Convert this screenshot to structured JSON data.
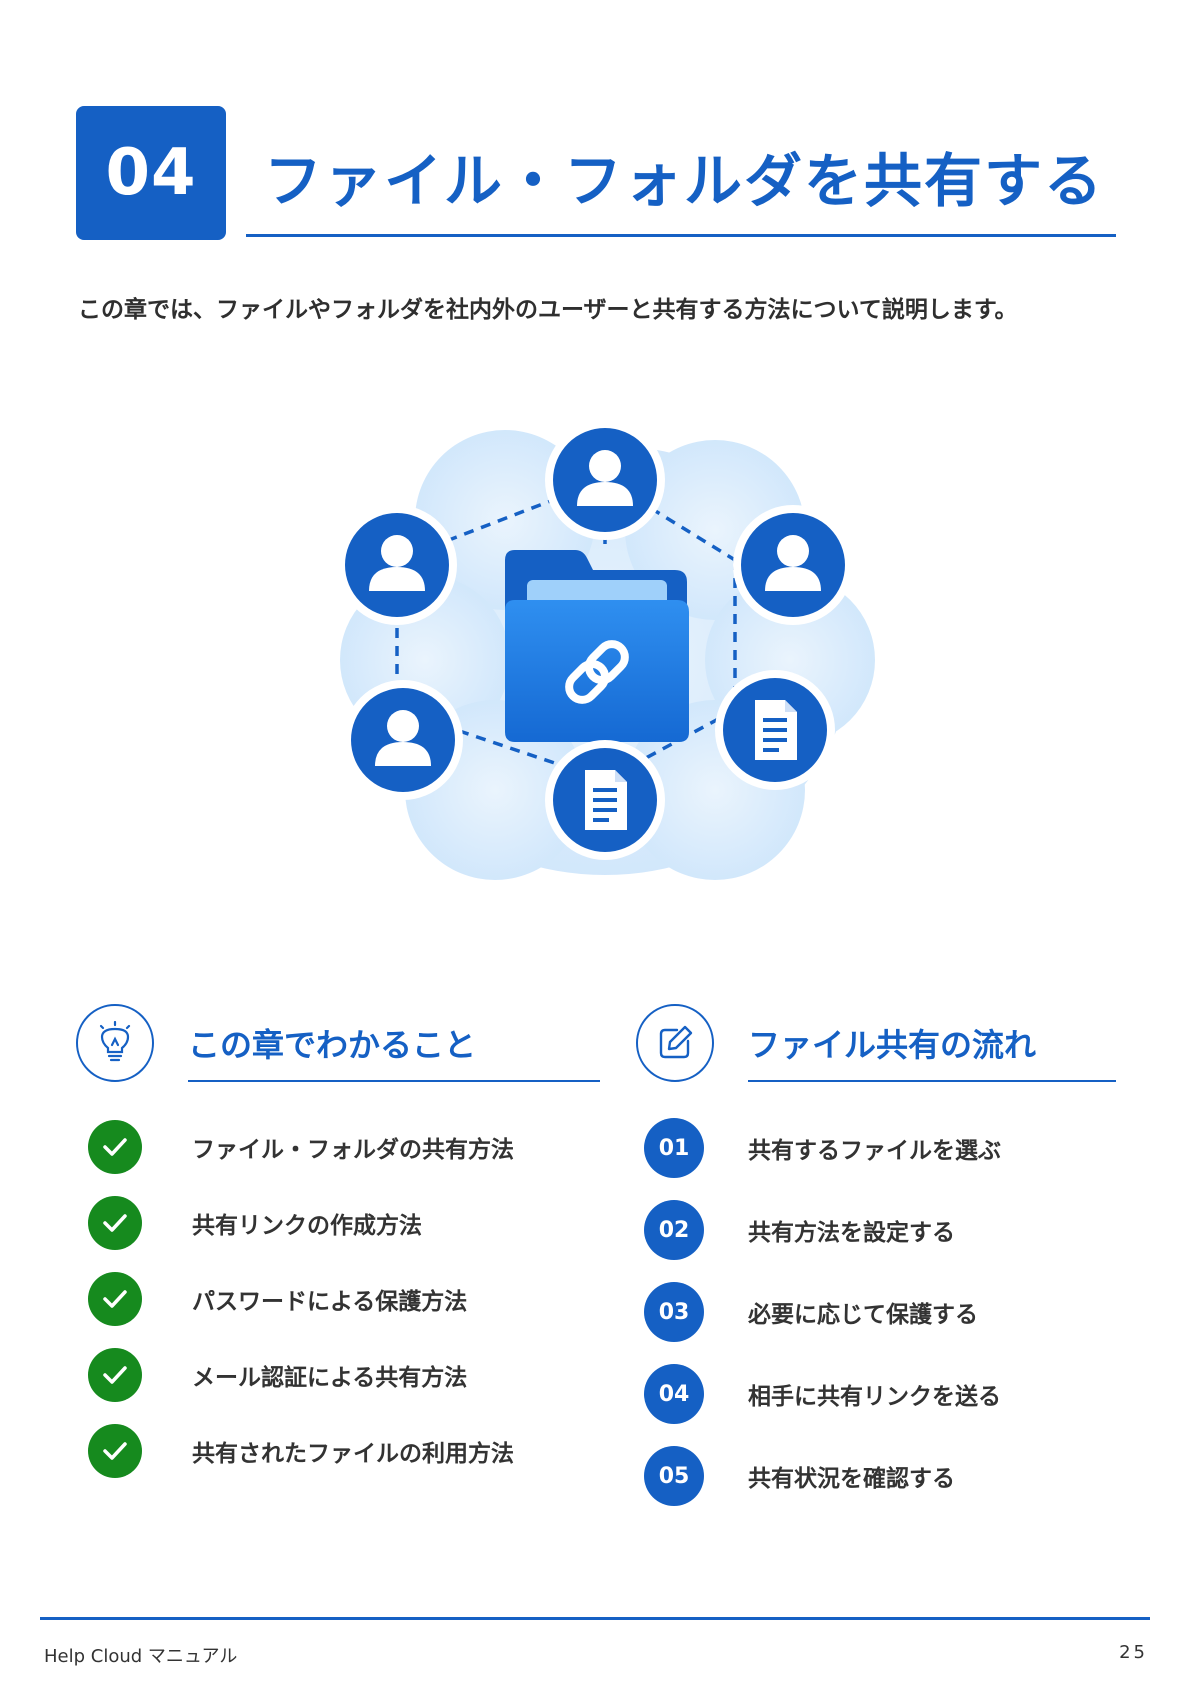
{
  "chapter": {
    "number": "04",
    "title": "ファイル・フォルダを共有する",
    "intro": "この章では、ファイルやフォルダを社内外のユーザーと共有する方法について説明します。"
  },
  "colors": {
    "primary": "#1560c4",
    "check": "#168a1e",
    "cloud": "#cfe6fb"
  },
  "hero": {
    "icons": [
      "folder-link-icon",
      "user-icon",
      "document-icon"
    ]
  },
  "learn": {
    "title": "この章でわかること",
    "icon": "lightbulb-icon",
    "items": [
      "ファイル・フォルダの共有方法",
      "共有リンクの作成方法",
      "パスワードによる保護方法",
      "メール認証による共有方法",
      "共有されたファイルの利用方法"
    ]
  },
  "flow": {
    "title": "ファイル共有の流れ",
    "icon": "edit-icon",
    "steps": [
      {
        "num": "01",
        "text": "共有するファイルを選ぶ"
      },
      {
        "num": "02",
        "text": "共有方法を設定する"
      },
      {
        "num": "03",
        "text": "必要に応じて保護する"
      },
      {
        "num": "04",
        "text": "相手に共有リンクを送る"
      },
      {
        "num": "05",
        "text": "共有状況を確認する"
      }
    ]
  },
  "footer": {
    "manual": "Help Cloud マニュアル",
    "page": "25"
  }
}
